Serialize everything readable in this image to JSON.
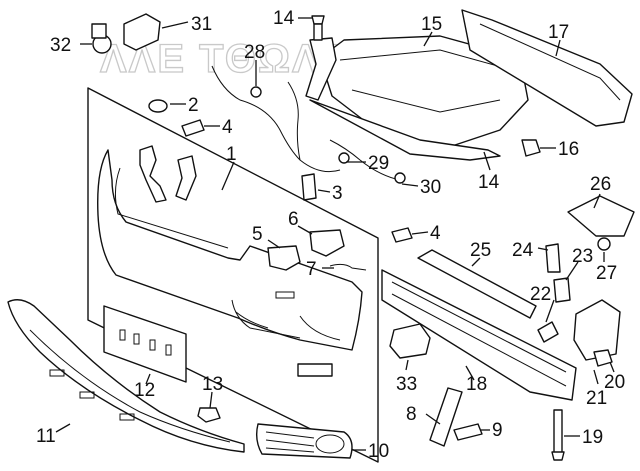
{
  "watermark": "ΛΛΕ ΤΘΩΛΒΤΘ",
  "callouts": [
    {
      "id": "1",
      "label": "1"
    },
    {
      "id": "2",
      "label": "2"
    },
    {
      "id": "3",
      "label": "3"
    },
    {
      "id": "4a",
      "label": "4"
    },
    {
      "id": "4b",
      "label": "4"
    },
    {
      "id": "5",
      "label": "5"
    },
    {
      "id": "6",
      "label": "6"
    },
    {
      "id": "7",
      "label": "7"
    },
    {
      "id": "8",
      "label": "8"
    },
    {
      "id": "9",
      "label": "9"
    },
    {
      "id": "10",
      "label": "10"
    },
    {
      "id": "11",
      "label": "11"
    },
    {
      "id": "12",
      "label": "12"
    },
    {
      "id": "13",
      "label": "13"
    },
    {
      "id": "14",
      "label": "14"
    },
    {
      "id": "15",
      "label": "15"
    },
    {
      "id": "16",
      "label": "16"
    },
    {
      "id": "17",
      "label": "17"
    },
    {
      "id": "18",
      "label": "18"
    },
    {
      "id": "19",
      "label": "19"
    },
    {
      "id": "20",
      "label": "20"
    },
    {
      "id": "21",
      "label": "21"
    },
    {
      "id": "22",
      "label": "22"
    },
    {
      "id": "23",
      "label": "23"
    },
    {
      "id": "24",
      "label": "24"
    },
    {
      "id": "25",
      "label": "25"
    },
    {
      "id": "26",
      "label": "26"
    },
    {
      "id": "27",
      "label": "27"
    },
    {
      "id": "28",
      "label": "28"
    },
    {
      "id": "29",
      "label": "29"
    },
    {
      "id": "30",
      "label": "30"
    },
    {
      "id": "31",
      "label": "31"
    },
    {
      "id": "32",
      "label": "32"
    },
    {
      "id": "33",
      "label": "33"
    }
  ]
}
